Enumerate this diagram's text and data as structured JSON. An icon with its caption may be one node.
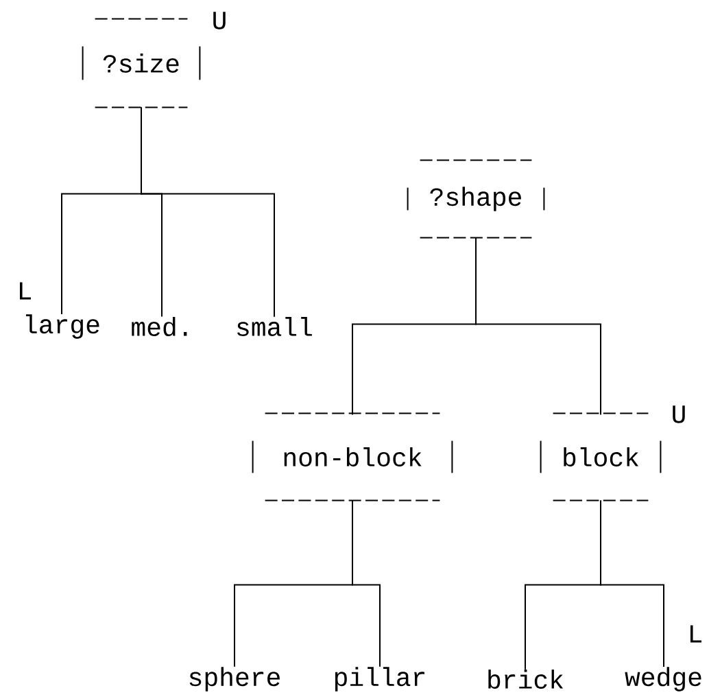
{
  "diagram": {
    "nodes": [
      {
        "text": [
          "?size"
        ]
      },
      {
        "text": [
          "large"
        ]
      },
      {
        "text": [
          "med."
        ]
      },
      {
        "text": [
          "small"
        ]
      },
      {
        "text": [
          "?shape"
        ]
      },
      {
        "text": [
          "non-block"
        ]
      },
      {
        "text": [
          "block"
        ]
      },
      {
        "text": [
          "sphere"
        ]
      },
      {
        "text": [
          "pillar"
        ]
      },
      {
        "text": [
          "brick"
        ]
      },
      {
        "text": [
          "wedge"
        ]
      }
    ],
    "edges": [
      {
        "from": 0,
        "to": 1,
        "arrow": "none"
      },
      {
        "from": 0,
        "to": 2,
        "arrow": "none"
      },
      {
        "from": 0,
        "to": 3,
        "arrow": "none"
      },
      {
        "from": 4,
        "to": 5,
        "arrow": "none"
      },
      {
        "from": 4,
        "to": 6,
        "arrow": "none"
      },
      {
        "from": 5,
        "to": 7,
        "arrow": "none"
      },
      {
        "from": 5,
        "to": 8,
        "arrow": "none"
      },
      {
        "from": 6,
        "to": 9,
        "arrow": "none"
      },
      {
        "from": 6,
        "to": 10,
        "arrow": "none"
      }
    ],
    "labels": [
      "U",
      "L",
      "U",
      "L"
    ]
  }
}
